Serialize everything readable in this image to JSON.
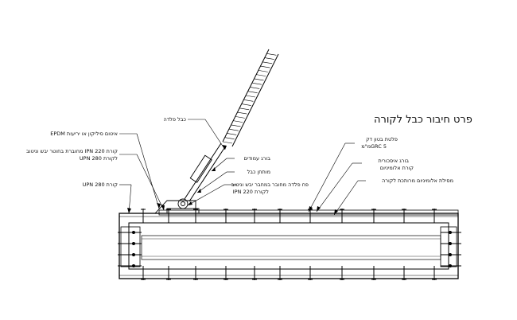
{
  "title": "פרט חיבור כבל לקורה",
  "labels": {
    "cable": "כבל פלדה",
    "epdm": "איטום סיליקון או יריעות EPDM",
    "beam_ipn": "קורת IPN 220 מחוברת בחוטר יבש וניטוב",
    "beam_upn_line2": "לקורת  UPN 280",
    "screws": "בורג עמודים",
    "tensioner": "מותחן כבל",
    "beam_upn": "קורת UPN  280",
    "plate_line1": "פח פלדה מחובר במחבר יבש וניטוב",
    "plate_line2": "לקורת IPN  220",
    "grc_line1": "פלטת בטון דק",
    "grc_line2": "GRC  5מ\"מ",
    "bolt_line1": "בורג איסכורית",
    "bolt_line2": "קורת אלומיניום",
    "profile": "מסילת אלומיניום מרותכת לקורה"
  }
}
